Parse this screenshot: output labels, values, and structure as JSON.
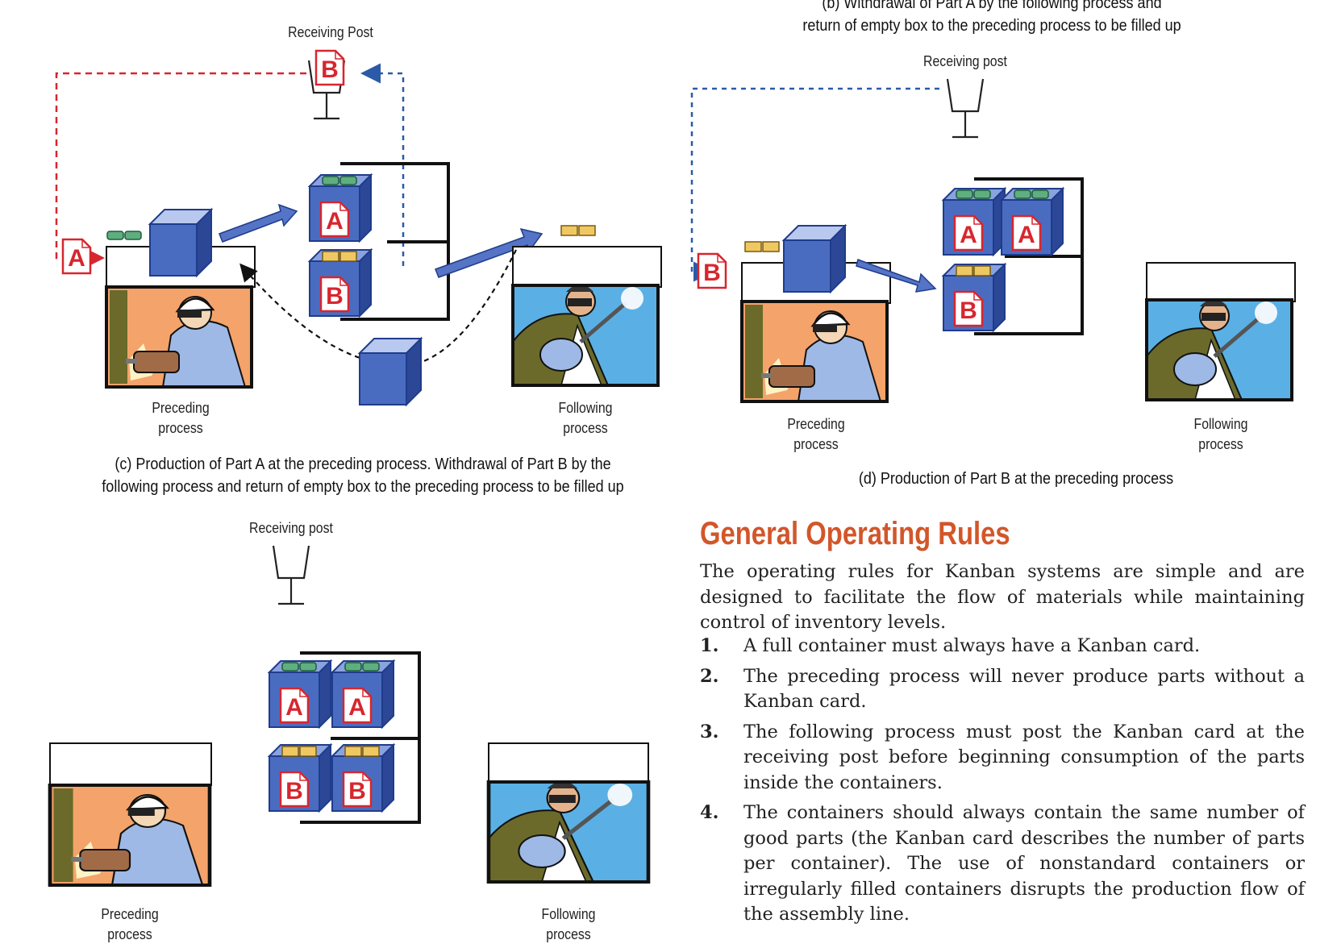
{
  "diagram_c": {
    "receiving_post_label": "Receiving Post",
    "preceding_label_1": "Preceding",
    "preceding_label_2": "process",
    "following_label_1": "Following",
    "following_label_2": "process",
    "caption_line_1": "(c) Production of Part A at the preceding process. Withdrawal of Part B by the",
    "caption_line_2": "following process and return of empty box to the preceding process to be filled up",
    "cards": {
      "post": "B",
      "at_process": "A",
      "box_top": "A",
      "box_bottom": "B"
    }
  },
  "diagram_b_caption": {
    "line_1": "(b) Withdrawal of Part A by the following process and",
    "line_2": "return of empty box to the preceding process to be filled up"
  },
  "diagram_d": {
    "receiving_post_label": "Receiving post",
    "preceding_label_1": "Preceding",
    "preceding_label_2": "process",
    "following_label_1": "Following",
    "following_label_2": "process",
    "caption": "(d) Production of Part B at the preceding process",
    "cards": {
      "at_process": "B",
      "box_1": "A",
      "box_2": "A",
      "box_3": "B"
    }
  },
  "diagram_e": {
    "receiving_post_label": "Receiving post",
    "preceding_label_1": "Preceding",
    "preceding_label_2": "process",
    "following_label_1": "Following",
    "following_label_2": "process",
    "cards": {
      "box_1": "A",
      "box_2": "A",
      "box_3": "B",
      "box_4": "B"
    }
  },
  "section": {
    "heading": "General Operating Rules",
    "intro": "The operating rules for Kanban systems are simple and are designed to facilitate the flow of materials while maintaining control of inventory levels.",
    "rules": [
      {
        "num": "1.",
        "text": "A full container must always have a Kanban card."
      },
      {
        "num": "2.",
        "text": "The preceding process will never produce parts without a Kanban card."
      },
      {
        "num": "3.",
        "text": "The following process must post the Kanban card at the receiving post before beginning consumption of the parts inside the containers."
      },
      {
        "num": "4.",
        "text": "The containers should always contain the same number of good parts (the Kanban card describes the number of parts per container). The use of nonstandard containers or irregularly filled containers disrupts the production flow of the assembly line."
      }
    ]
  },
  "colors": {
    "box_front": "#3d5fb3",
    "box_side": "#2b4796",
    "box_top": "#8aa2de",
    "card_red": "#d7262e",
    "dash_red": "#d7262e",
    "dash_blue": "#2a5aa8",
    "green_part": "#5fae7f",
    "yellow_part": "#f0c862",
    "heading": "#d2562a"
  }
}
